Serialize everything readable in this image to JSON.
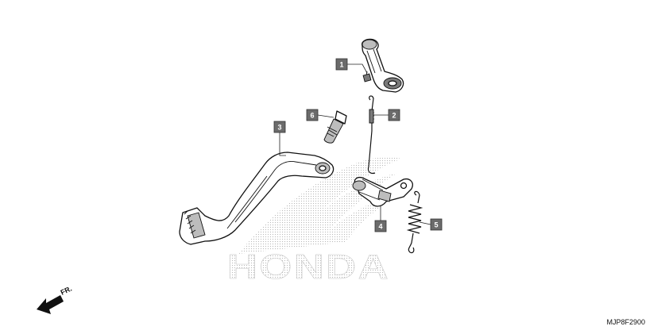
{
  "logo": {
    "text": "HONDA"
  },
  "direction": {
    "label": "FR."
  },
  "diagram_code": "MJP8F2900",
  "callouts": [
    {
      "id": "callout-1",
      "number": "1"
    },
    {
      "id": "callout-2",
      "number": "2"
    },
    {
      "id": "callout-3",
      "number": "3"
    },
    {
      "id": "callout-4",
      "number": "4"
    },
    {
      "id": "callout-5",
      "number": "5"
    },
    {
      "id": "callout-6",
      "number": "6"
    }
  ]
}
